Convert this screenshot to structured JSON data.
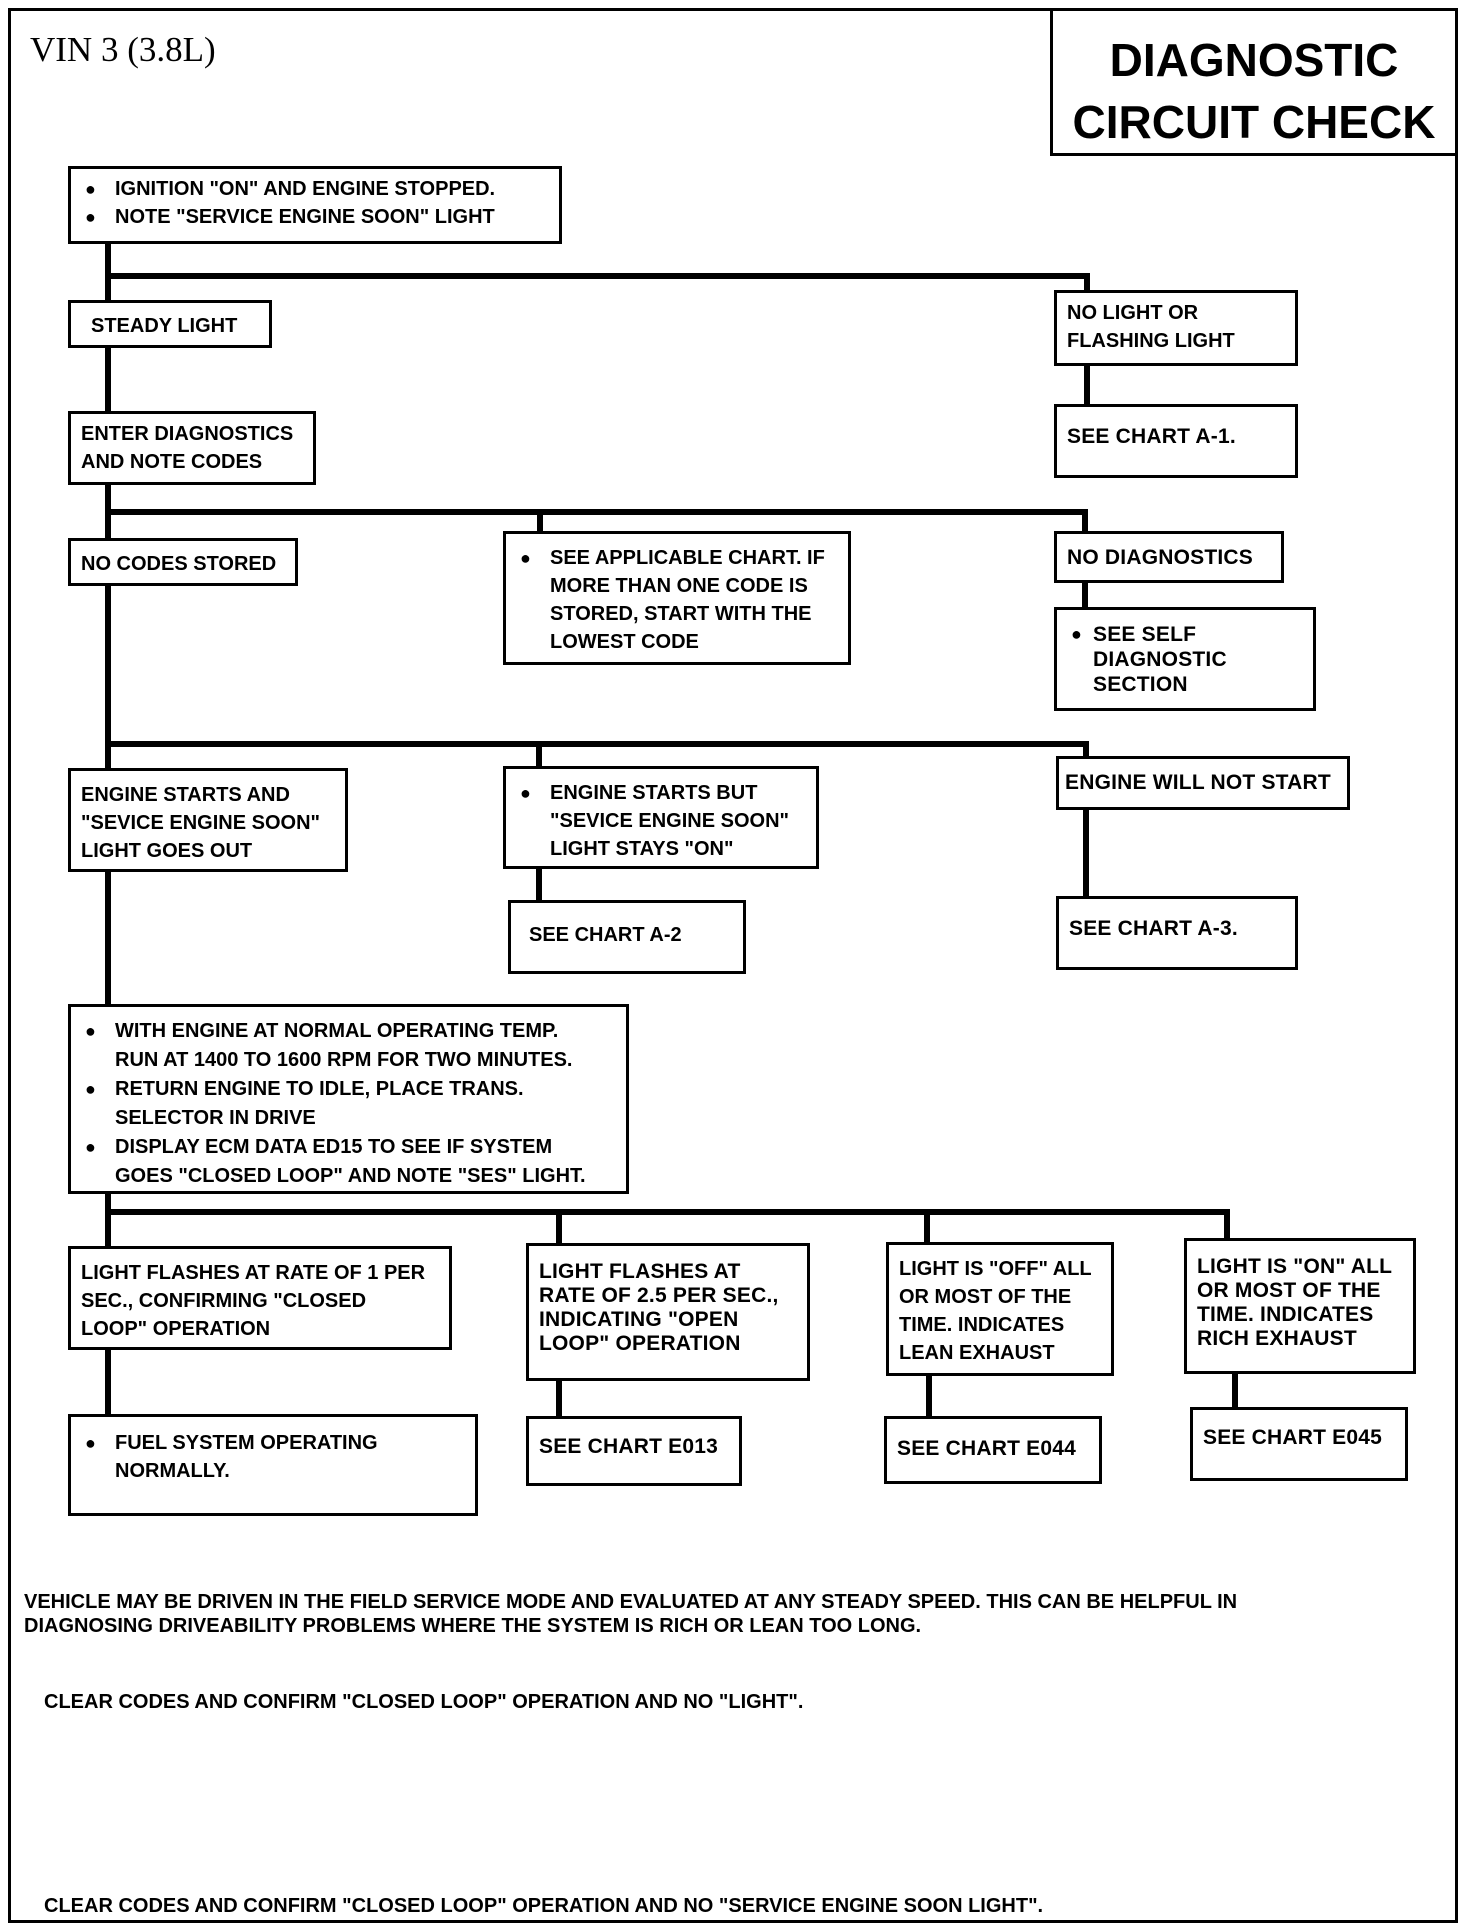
{
  "header": {
    "vin": "VIN 3 (3.8L)",
    "title_line1": "DIAGNOSTIC",
    "title_line2": "CIRCUIT CHECK"
  },
  "boxes": {
    "start": [
      "IGNITION \"ON\" AND ENGINE STOPPED.",
      "NOTE \"SERVICE ENGINE SOON\" LIGHT"
    ],
    "steady_light": "STEADY LIGHT",
    "no_light": [
      "NO LIGHT OR",
      "FLASHING LIGHT"
    ],
    "see_a1": "SEE CHART A-1.",
    "enter_diag": [
      "ENTER DIAGNOSTICS",
      "AND NOTE CODES"
    ],
    "no_codes": "NO CODES STORED",
    "applicable": [
      "SEE APPLICABLE CHART. IF",
      "MORE THAN ONE CODE IS",
      "STORED, START WITH THE",
      "LOWEST CODE"
    ],
    "no_diagnostics": "NO DIAGNOSTICS",
    "self_diag": [
      "SEE SELF",
      "DIAGNOSTIC",
      "SECTION"
    ],
    "engine_starts_out": [
      "ENGINE STARTS AND",
      "\"SEVICE ENGINE SOON\"",
      "LIGHT GOES OUT"
    ],
    "engine_starts_on": [
      "ENGINE STARTS BUT",
      "\"SEVICE ENGINE SOON\"",
      "LIGHT STAYS \"ON\""
    ],
    "engine_no_start": "ENGINE WILL NOT START",
    "see_a2": "SEE CHART A-2",
    "see_a3": "SEE CHART A-3.",
    "normal_temp": [
      [
        "WITH ENGINE AT NORMAL OPERATING TEMP.",
        "RUN AT 1400 TO 1600 RPM FOR TWO MINUTES."
      ],
      [
        "RETURN ENGINE TO IDLE, PLACE TRANS.",
        "SELECTOR IN DRIVE"
      ],
      [
        "DISPLAY ECM DATA ED15 TO SEE IF SYSTEM",
        "GOES \"CLOSED LOOP\" AND NOTE \"SES\" LIGHT."
      ]
    ],
    "flash_1": [
      "LIGHT FLASHES AT RATE OF 1 PER",
      "SEC., CONFIRMING \"CLOSED",
      "LOOP\" OPERATION"
    ],
    "flash_25": [
      "LIGHT FLASHES AT",
      "RATE OF 2.5 PER SEC.,",
      "INDICATING \"OPEN",
      "LOOP\" OPERATION"
    ],
    "light_off": [
      "LIGHT IS \"OFF\" ALL",
      "OR MOST OF THE",
      "TIME. INDICATES",
      "LEAN EXHAUST"
    ],
    "light_on": [
      "LIGHT IS \"ON\" ALL",
      "OR MOST OF THE",
      "TIME. INDICATES",
      "RICH EXHAUST"
    ],
    "fuel_normal": [
      "FUEL SYSTEM OPERATING",
      "NORMALLY."
    ],
    "see_e013": "SEE CHART E013",
    "see_e044": "SEE CHART E044",
    "see_e045": "SEE CHART E045"
  },
  "notes": {
    "field_line1": "VEHICLE MAY BE DRIVEN IN THE FIELD SERVICE MODE AND EVALUATED AT ANY STEADY SPEED. THIS CAN BE HELPFUL IN",
    "field_line2": "DIAGNOSING DRIVEABILITY PROBLEMS WHERE THE SYSTEM IS RICH OR LEAN TOO LONG.",
    "clear_light": "CLEAR CODES AND CONFIRM \"CLOSED LOOP\" OPERATION AND NO \"LIGHT\".",
    "clear_ses": "CLEAR CODES AND CONFIRM \"CLOSED LOOP\" OPERATION AND NO \"SERVICE ENGINE SOON LIGHT\"."
  }
}
